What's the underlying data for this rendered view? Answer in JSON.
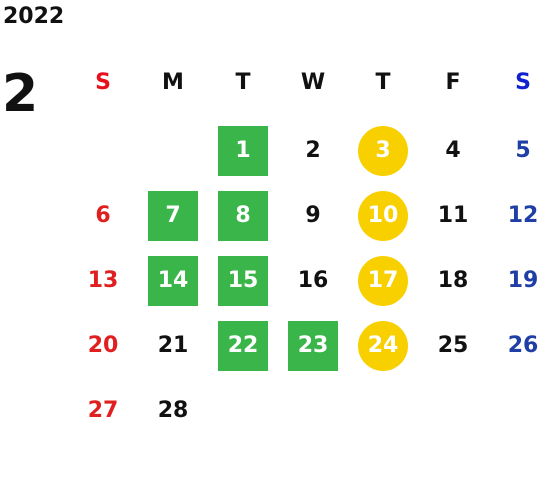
{
  "calendar": {
    "year": "2022",
    "month": "2",
    "weekday_headers": [
      "S",
      "M",
      "T",
      "W",
      "T",
      "F",
      "S"
    ],
    "colors": {
      "sunday": "#e02020",
      "saturday": "#1f3fa6",
      "sunday_header": "#e8101b",
      "saturday_header": "#1020d0",
      "weekday": "#111111",
      "green_mark": "#3ab54a",
      "yellow_mark": "#f8d000"
    },
    "weeks": [
      [
        {
          "day": "",
          "mark": ""
        },
        {
          "day": "",
          "mark": ""
        },
        {
          "day": "1",
          "mark": "green"
        },
        {
          "day": "2",
          "mark": ""
        },
        {
          "day": "3",
          "mark": "yellow"
        },
        {
          "day": "4",
          "mark": ""
        },
        {
          "day": "5",
          "mark": ""
        }
      ],
      [
        {
          "day": "6",
          "mark": ""
        },
        {
          "day": "7",
          "mark": "green"
        },
        {
          "day": "8",
          "mark": "green"
        },
        {
          "day": "9",
          "mark": ""
        },
        {
          "day": "10",
          "mark": "yellow"
        },
        {
          "day": "11",
          "mark": ""
        },
        {
          "day": "12",
          "mark": ""
        }
      ],
      [
        {
          "day": "13",
          "mark": ""
        },
        {
          "day": "14",
          "mark": "green"
        },
        {
          "day": "15",
          "mark": "green"
        },
        {
          "day": "16",
          "mark": ""
        },
        {
          "day": "17",
          "mark": "yellow"
        },
        {
          "day": "18",
          "mark": ""
        },
        {
          "day": "19",
          "mark": ""
        }
      ],
      [
        {
          "day": "20",
          "mark": ""
        },
        {
          "day": "21",
          "mark": ""
        },
        {
          "day": "22",
          "mark": "green"
        },
        {
          "day": "23",
          "mark": "green"
        },
        {
          "day": "24",
          "mark": "yellow"
        },
        {
          "day": "25",
          "mark": ""
        },
        {
          "day": "26",
          "mark": ""
        }
      ],
      [
        {
          "day": "27",
          "mark": ""
        },
        {
          "day": "28",
          "mark": ""
        },
        {
          "day": "",
          "mark": ""
        },
        {
          "day": "",
          "mark": ""
        },
        {
          "day": "",
          "mark": ""
        },
        {
          "day": "",
          "mark": ""
        },
        {
          "day": "",
          "mark": ""
        }
      ]
    ]
  }
}
